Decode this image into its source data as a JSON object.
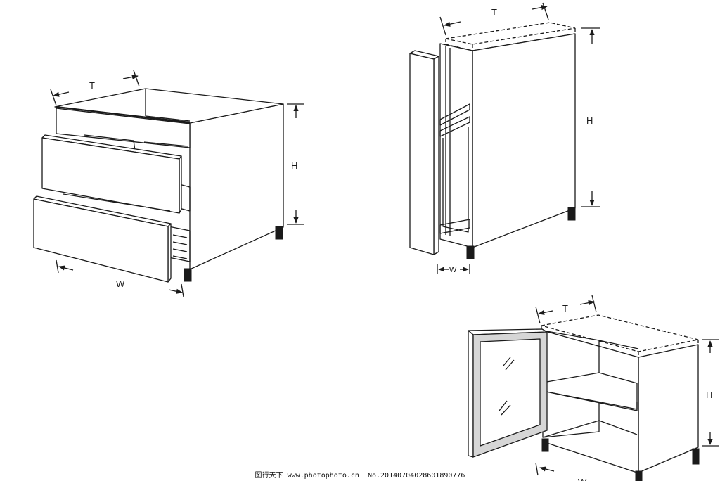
{
  "drawings": [
    {
      "id": "drawer-cabinet",
      "labels": {
        "depth": "T",
        "height": "H",
        "width": "W"
      }
    },
    {
      "id": "pullout-cabinet",
      "labels": {
        "depth": "T",
        "height": "H",
        "width": "W"
      }
    },
    {
      "id": "glass-door-cabinet",
      "labels": {
        "depth": "T",
        "height": "H",
        "width": "W"
      }
    }
  ],
  "watermark": {
    "site": "图行天下 www.photophoto.cn",
    "code": "No.20140704028601890776"
  }
}
